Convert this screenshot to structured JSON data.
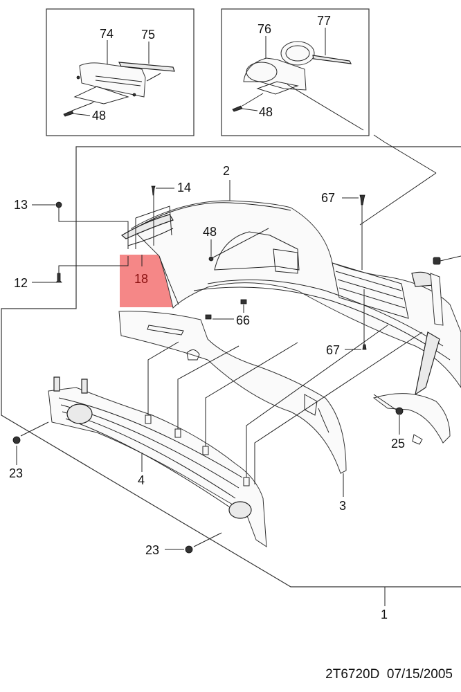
{
  "diagram": {
    "highlight_color": "#f47a7a",
    "inset_left": {
      "labels": {
        "p74": "74",
        "p75": "75",
        "p48": "48"
      }
    },
    "inset_right": {
      "labels": {
        "p76": "76",
        "p77": "77",
        "p48": "48"
      }
    },
    "main": {
      "labels": {
        "p1": "1",
        "p2": "2",
        "p3": "3",
        "p4": "4",
        "p12": "12",
        "p13": "13",
        "p14": "14",
        "p18": "18",
        "p23a": "23",
        "p23b": "23",
        "p25": "25",
        "p48": "48",
        "p66": "66",
        "p67a": "67",
        "p67b": "67"
      },
      "highlighted_part": "18"
    }
  },
  "footer": {
    "drawing_code": "2T6720D",
    "date": "07/15/2005"
  }
}
